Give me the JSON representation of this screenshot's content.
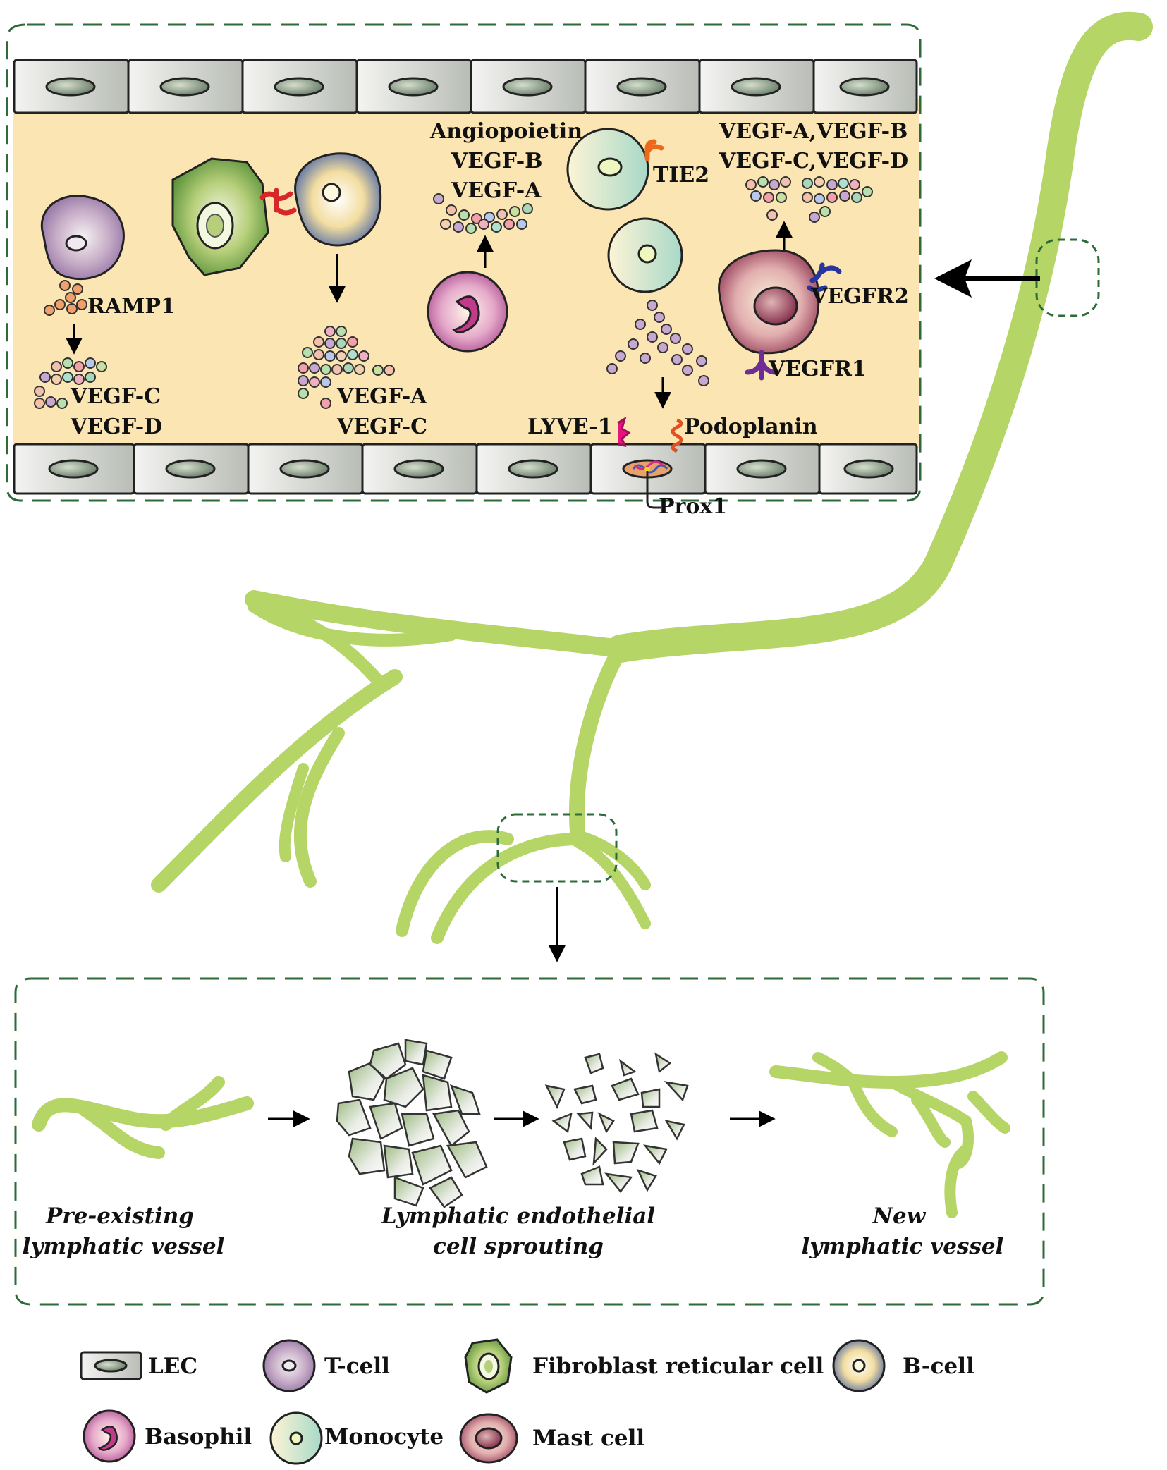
{
  "top_panel": {
    "labels": {
      "ramp1": "RAMP1",
      "vegf_c_1": "VEGF-C",
      "vegf_d_1": "VEGF-D",
      "vegf_a_2": "VEGF-A",
      "vegf_c_2": "VEGF-C",
      "angiopoietin": "Angiopoietin",
      "vegf_b_3": "VEGF-B",
      "vegf_a_3": "VEGF-A",
      "tie2": "TIE2",
      "vegf_ab": "VEGF-A,VEGF-B",
      "vegf_cd": "VEGF-C,VEGF-D",
      "vegfr2": "VEGFR2",
      "vegfr1": "VEGFR1",
      "lyve1": "LYVE-1",
      "podoplanin": "Podoplanin",
      "prox1": "Prox1"
    }
  },
  "bottom_panel": {
    "stage1_line1": "Pre-existing",
    "stage1_line2": "lymphatic vessel",
    "stage2_line1": "Lymphatic endothelial",
    "stage2_line2": "cell sprouting",
    "stage3_line1": "New",
    "stage3_line2": "lymphatic vessel"
  },
  "legend": {
    "lec": "LEC",
    "tcell": "T-cell",
    "frc": "Fibroblast reticular cell",
    "bcell": "B-cell",
    "basophil": "Basophil",
    "monocyte": "Monocyte",
    "mast": "Mast cell"
  },
  "colors": {
    "vessel": "#b6d567",
    "lumen": "#fbe5b2",
    "dashed_border": "#2e6b3a"
  }
}
